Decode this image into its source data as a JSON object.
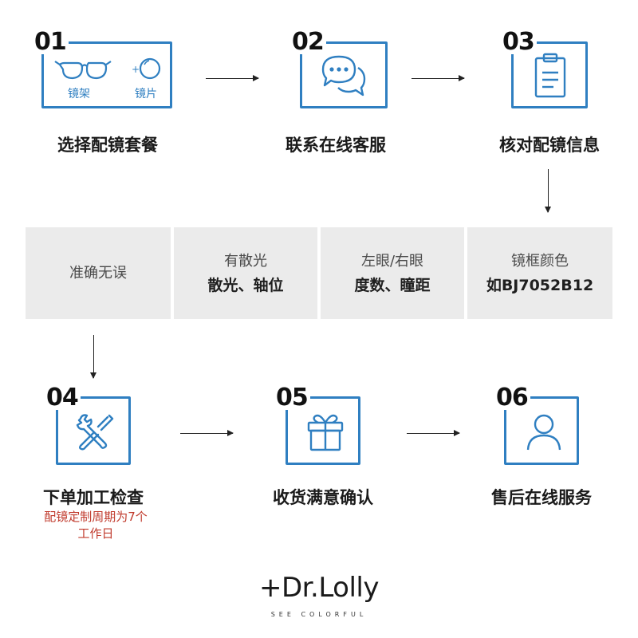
{
  "colors": {
    "accent": "#2f7fc1",
    "panel": "#ebebeb",
    "note": "#c0392b"
  },
  "steps": [
    {
      "number": "01",
      "label": "选择配镜套餐",
      "icon": "glasses-plus-lens-icon",
      "sub_labels": [
        "镜架",
        "镜片"
      ]
    },
    {
      "number": "02",
      "label": "联系在线客服",
      "icon": "chat-bubbles-icon"
    },
    {
      "number": "03",
      "label": "核对配镜信息",
      "icon": "clipboard-icon"
    },
    {
      "number": "04",
      "label": "下单加工检查",
      "icon": "tools-icon"
    },
    {
      "number": "05",
      "label": "收货满意确认",
      "icon": "gift-icon"
    },
    {
      "number": "06",
      "label": "售后在线服务",
      "icon": "user-icon"
    }
  ],
  "info_panel": [
    {
      "line1": "准确无误",
      "line2": ""
    },
    {
      "line1": "有散光",
      "line2": "散光、轴位"
    },
    {
      "line1": "左眼/右眼",
      "line2": "度数、瞳距"
    },
    {
      "line1": "镜框颜色",
      "line2": "如BJ7052B12"
    }
  ],
  "note": {
    "line1": "配镜定制周期为7个",
    "line2": "工作日"
  },
  "logo": {
    "plus": "+",
    "name": "Dr.Lolly",
    "tagline": "SEE COLORFUL"
  }
}
